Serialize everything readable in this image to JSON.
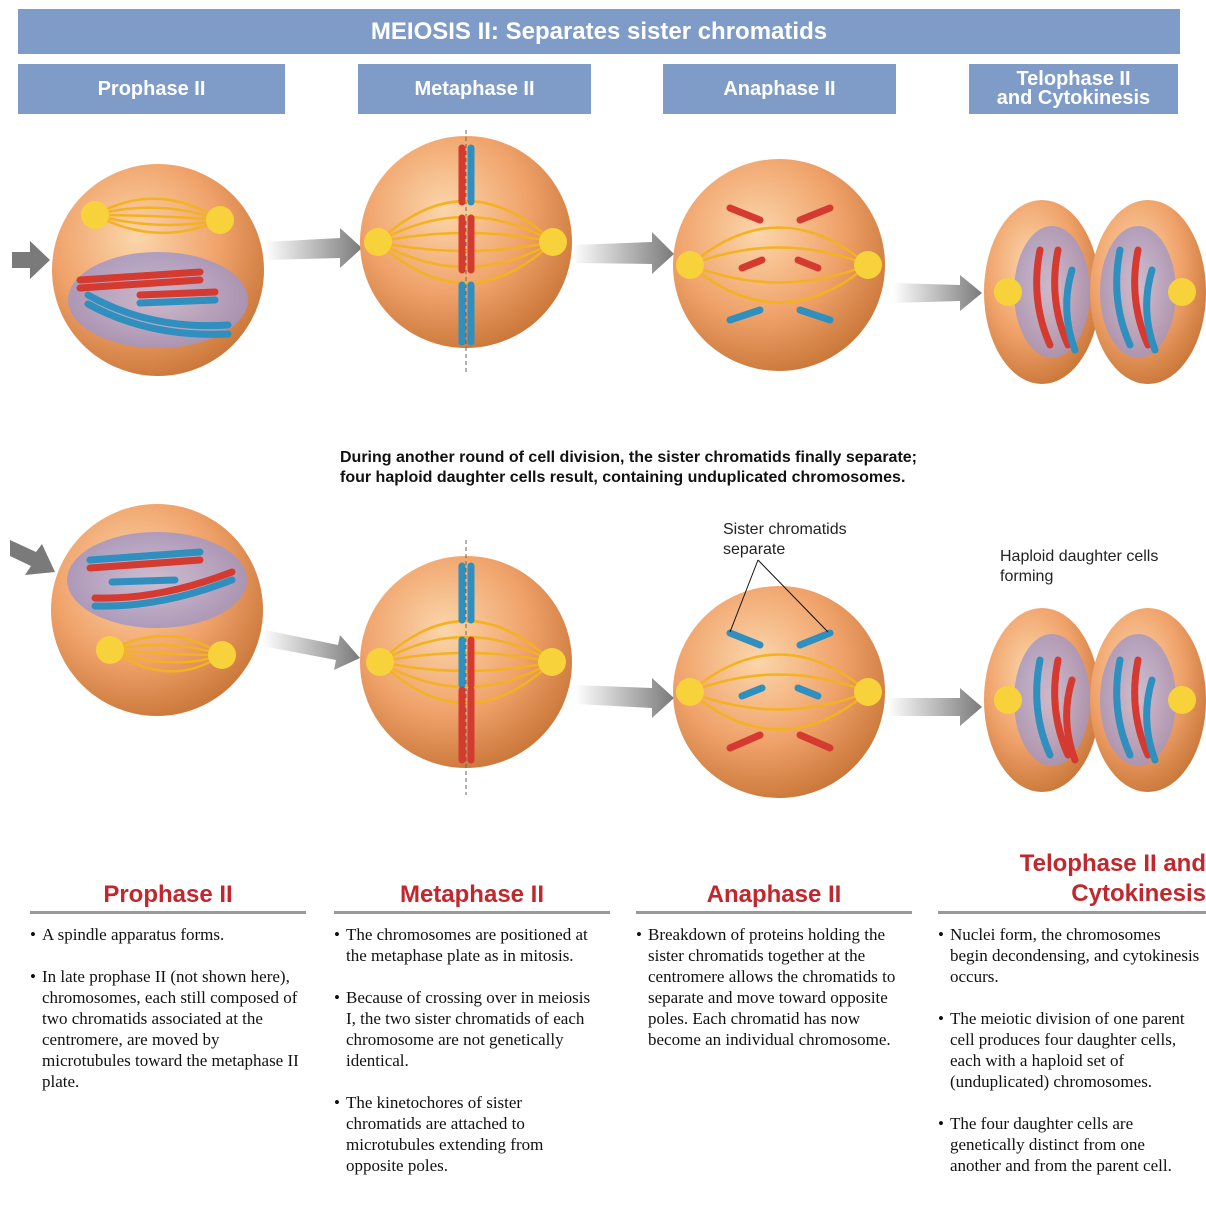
{
  "title": "MEIOSIS II: Separates sister chromatids",
  "phases": [
    {
      "label": "Prophase II"
    },
    {
      "label": "Metaphase II"
    },
    {
      "label": "Anaphase II"
    },
    {
      "label_line1": "Telophase II",
      "label_line2": "and Cytokinesis"
    }
  ],
  "caption_line1": "During another round of cell division, the sister chromatids finally separate;",
  "caption_line2": "four haploid daughter cells result, containing unduplicated chromosomes.",
  "annotations": {
    "sister_line1": "Sister chromatids",
    "sister_line2": "separate",
    "haploid_line1": "Haploid daughter cells",
    "haploid_line2": "forming"
  },
  "columns": [
    {
      "title": "Prophase II",
      "bullets": [
        "A spindle apparatus forms.",
        "In late prophase II (not shown here), chromosomes, each still composed of two chromatids associated at the centromere, are moved by microtubules toward the metaphase II plate."
      ]
    },
    {
      "title": "Metaphase II",
      "bullets": [
        "The chromosomes are positioned at the metaphase plate as in mitosis.",
        "Because of crossing over in meiosis I, the two sister chromatids of each chromosome are not genetically identical.",
        "The kinetochores of sister chromatids are attached to microtubules extending from opposite poles."
      ]
    },
    {
      "title": "Anaphase II",
      "bullets": [
        "Breakdown of proteins holding the sister chromatids together at the centromere allows the chromatids to separate and move toward opposite poles. Each chromatid has now become an individual chromosome."
      ]
    },
    {
      "title_line1": "Telophase II and",
      "title_line2": "Cytokinesis",
      "bullets": [
        "Nuclei form, the chromosomes begin decondensing, and cytokinesis occurs.",
        "The meiotic division of one parent cell produces four daughter cells, each with a haploid set of (unduplicated) chromosomes.",
        "The four daughter cells are genetically distinct from one another and from the parent cell."
      ]
    }
  ],
  "colors": {
    "header_blue": "#7f9cc9",
    "cell_orange": "#f0a36b",
    "chromatid_red": "#d43a2f",
    "chromatid_blue": "#2f8fbf",
    "spindle_yellow": "#f3b21f",
    "heading_red": "#c1272d"
  }
}
